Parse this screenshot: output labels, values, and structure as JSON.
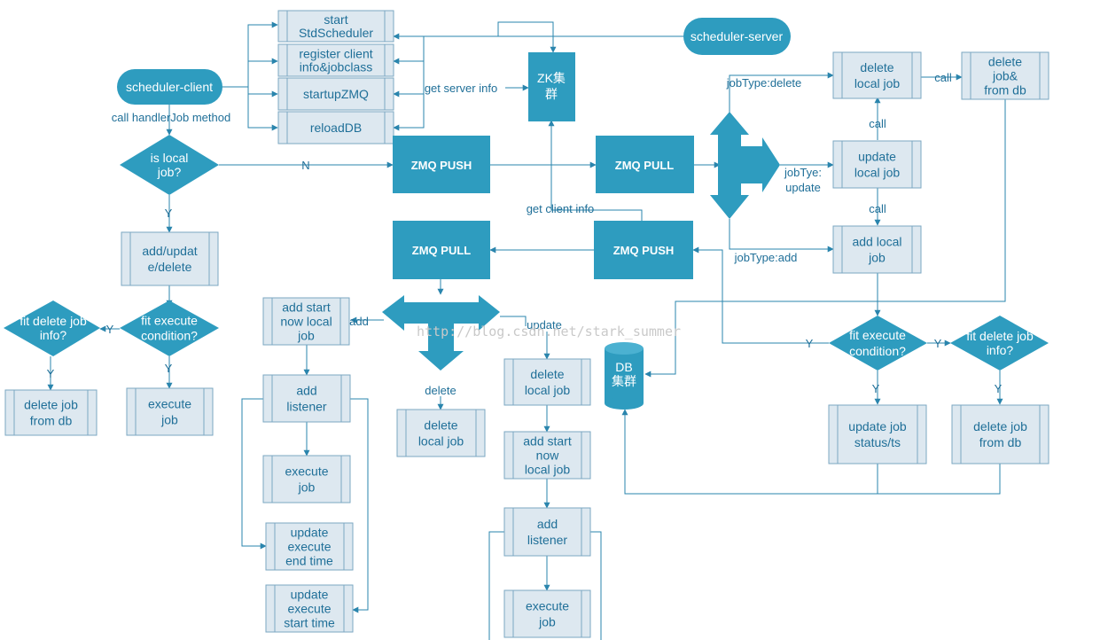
{
  "colors": {
    "primary": "#2e9cbf",
    "process_fill": "#dde8f0",
    "process_stroke": "#7ba7c2",
    "edge": "#2a85ad",
    "text": "#1f6f98"
  },
  "nodes": {
    "start_std": [
      "start",
      "StdScheduler"
    ],
    "register": [
      "register client",
      "info&jobclass"
    ],
    "startup_zmq": [
      "startupZMQ"
    ],
    "reload_db": [
      "reloadDB"
    ],
    "scheduler_client": [
      "scheduler-client"
    ],
    "scheduler_server": [
      "scheduler-server"
    ],
    "zk": [
      "ZK集",
      "群"
    ],
    "is_local": [
      "is local",
      "job?"
    ],
    "zmq_push_top": [
      "ZMQ PUSH"
    ],
    "zmq_pull_top": [
      "ZMQ PULL"
    ],
    "zmq_pull_mid": [
      "ZMQ PULL"
    ],
    "zmq_push_mid": [
      "ZMQ PUSH"
    ],
    "add_update_delete": [
      "add/updat",
      "e/delete"
    ],
    "fit_exec_left": [
      "fit  execute",
      "condition?"
    ],
    "fit_delete_left": [
      "fit delete job",
      "info?"
    ],
    "delete_job_db_left": [
      "delete job",
      "from db"
    ],
    "execute_job_left": [
      "execute",
      "job"
    ],
    "delete_local_top": [
      "delete",
      "local  job"
    ],
    "delete_job_db_top": [
      "delete",
      "job&",
      "from db"
    ],
    "update_local_top": [
      "update",
      "local  job"
    ],
    "add_local_top": [
      "add local",
      "job"
    ],
    "fit_exec_right": [
      "fit  execute",
      "condition?"
    ],
    "fit_delete_right": [
      "fit delete job",
      "info?"
    ],
    "update_status": [
      "update  job",
      "status/ts"
    ],
    "delete_job_db_right": [
      "delete job",
      "from db"
    ],
    "db": [
      "DB",
      "集群"
    ],
    "add_start_local": [
      "add start",
      "now local",
      "job"
    ],
    "add_listener_a": [
      "add",
      "listener"
    ],
    "execute_job_a": [
      "execute",
      "job"
    ],
    "update_end_time": [
      "update",
      "execute",
      "end time"
    ],
    "update_start_time": [
      "update",
      "execute",
      "start time"
    ],
    "delete_local_mid": [
      "delete",
      "local job"
    ],
    "delete_local_b": [
      "delete",
      "local job"
    ],
    "add_start_b": [
      "add start",
      "now",
      "local job"
    ],
    "add_listener_b": [
      "add",
      "listener"
    ],
    "execute_job_b": [
      "execute",
      "job"
    ]
  },
  "labels": {
    "call_handler": "call handlerJob method",
    "get_server_info": "get server info",
    "get_client_info": "get client info",
    "n": "N",
    "y": "Y",
    "job_type_delete": "jobType:delete",
    "job_type_update_1": "jobTye:",
    "job_type_update_2": "update",
    "job_type_add": "jobType:add",
    "call": "call",
    "add": "add",
    "update": "update",
    "delete": "delete"
  },
  "watermark": "http://blog.csdn.net/stark_summer"
}
